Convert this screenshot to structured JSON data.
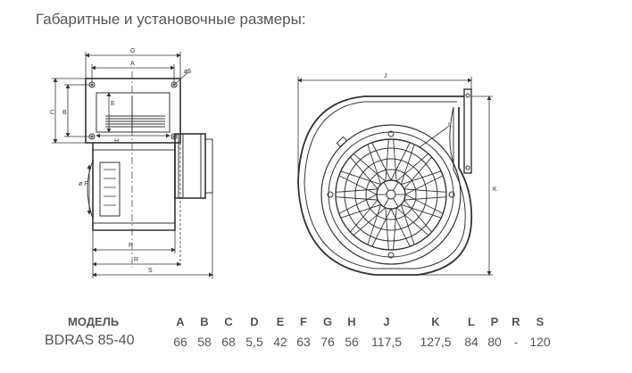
{
  "title": "Габаритные и установочные размеры:",
  "drawing_labels": {
    "G": "G",
    "A": "A",
    "D": "ø5",
    "C": "C",
    "B": "B",
    "E": "E",
    "H": "H",
    "F": "ø F",
    "P": "P",
    "R": "R",
    "S": "S",
    "J": "J",
    "K": "K",
    "L": "L"
  },
  "table": {
    "header": {
      "model": "МОДЕЛЬ",
      "A": "A",
      "B": "B",
      "C": "C",
      "D": "D",
      "E": "E",
      "F": "F",
      "G": "G",
      "H": "H",
      "J": "J",
      "K": "K",
      "L": "L",
      "P": "P",
      "R": "R",
      "S": "S"
    },
    "row": {
      "model": "BDRAS 85-40",
      "A": "66",
      "B": "58",
      "C": "68",
      "D": "5,5",
      "E": "42",
      "F": "63",
      "G": "76",
      "H": "56",
      "J": "117,5",
      "K": "127,5",
      "L": "84",
      "P": "80",
      "R": "-",
      "S": "120"
    }
  }
}
